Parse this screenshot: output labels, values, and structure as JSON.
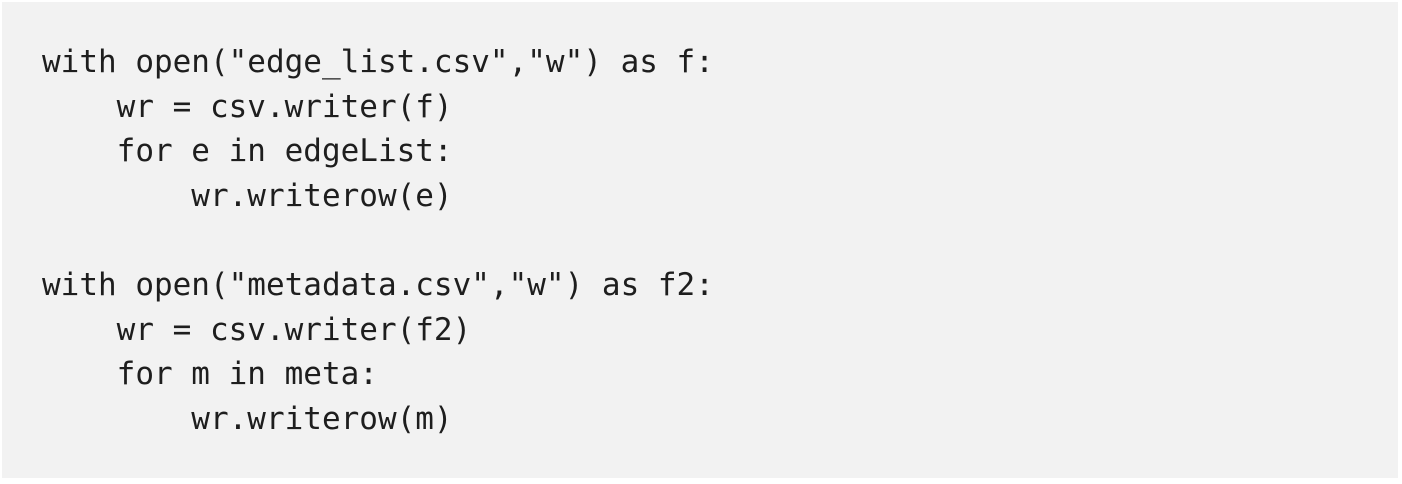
{
  "code": {
    "lines": [
      "with open(\"edge_list.csv\",\"w\") as f:",
      "    wr = csv.writer(f)",
      "    for e in edgeList:",
      "        wr.writerow(e)",
      "",
      "with open(\"metadata.csv\",\"w\") as f2:",
      "    wr = csv.writer(f2)",
      "    for m in meta:",
      "        wr.writerow(m)"
    ]
  }
}
